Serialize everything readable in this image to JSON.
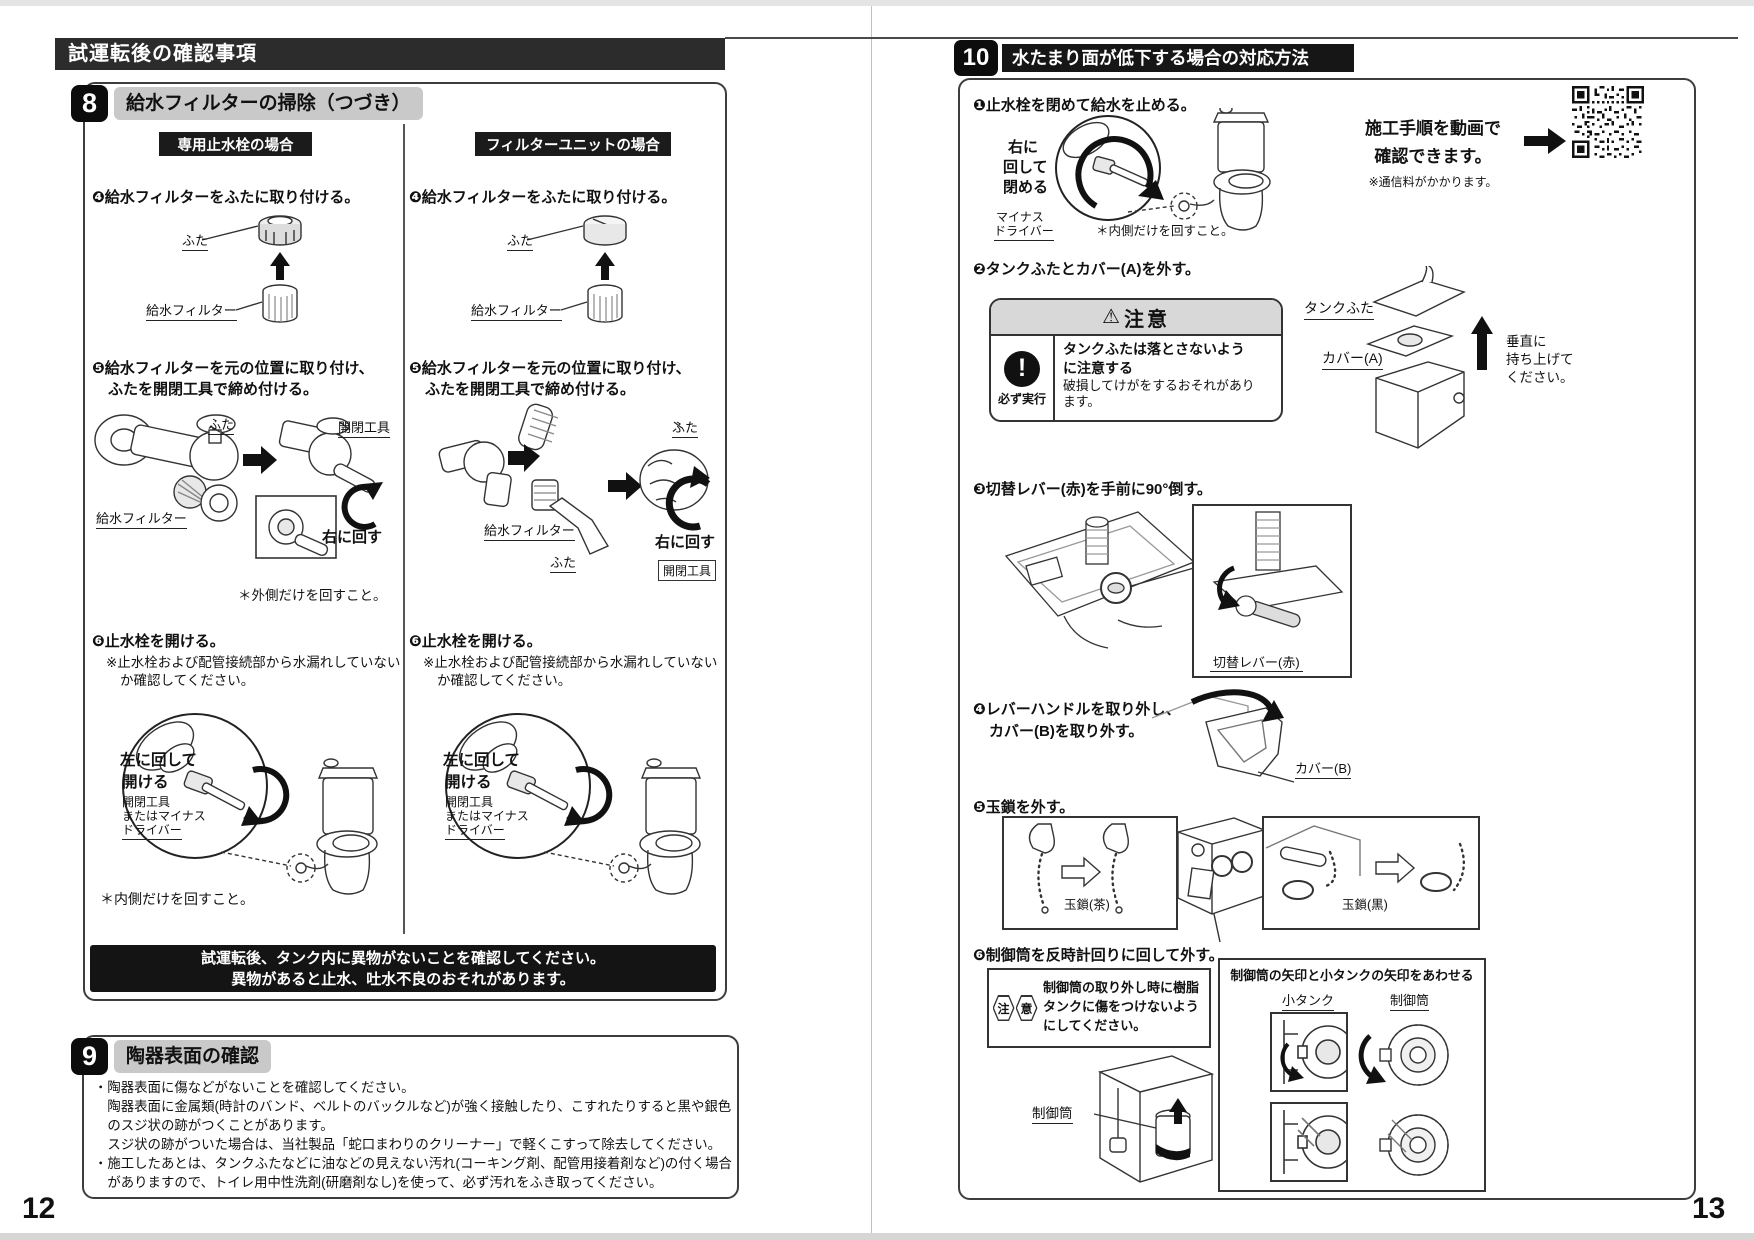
{
  "icons": {
    "warning_triangle": "⚠",
    "exclamation": "!"
  },
  "left_page": {
    "header": "試運転後の確認事項",
    "page_number": "12",
    "section8": {
      "badge": "8",
      "title": "給水フィルターの掃除（つづき）",
      "col_left_header": "専用止水栓の場合",
      "col_right_header": "フィルターユニットの場合",
      "step4": "❹給水フィルターをふたに取り付ける。",
      "step5_line1": "❺給水フィルターを元の位置に取り付け、",
      "step5_line2": "ふたを開閉工具で締め付ける。",
      "step6": "❻止水栓を開ける。",
      "step6_note_line1": "※止水栓および配管接続部から水漏れしていない",
      "step6_note_line2": "か確認してください。",
      "label_lid": "ふた",
      "label_filter": "給水フィルター",
      "label_tool": "開閉工具",
      "turn_right": "右に回す",
      "note_outer": "＊外側だけを回すこと。",
      "open_line1": "左に回して",
      "open_line2": "開ける",
      "open_tool_line1": "開閉工具",
      "open_tool_line2": "またはマイナス",
      "open_tool_line3": "ドライバー",
      "note_inner": "＊内側だけを回すこと。",
      "notice_line1": "試運転後、タンク内に異物がないことを確認してください。",
      "notice_line2": "異物があると止水、吐水不良のおそれがあります。"
    },
    "section9": {
      "badge": "9",
      "title": "陶器表面の確認",
      "lines": [
        "・陶器表面に傷などがないことを確認してください。",
        "　陶器表面に金属類(時計のバンド、ベルトのバックルなど)が強く接触したり、こすれたりすると黒や銀色",
        "　のスジ状の跡がつくことがあります。",
        "　スジ状の跡がついた場合は、当社製品「蛇口まわりのクリーナー」で軽くこすって除去してください。",
        "・施工したあとは、タンクふたなどに油などの見えない汚れ(コーキング剤、配管用接着剤など)の付く場合",
        "　がありますので、トイレ用中性洗剤(研磨剤なし)を使って、必ず汚れをふき取ってください。"
      ]
    }
  },
  "right_page": {
    "page_number": "13",
    "section10": {
      "badge": "10",
      "title": "水たまり面が低下する場合の対応方法",
      "step1": "❶止水栓を閉めて給水を止める。",
      "close_line1": "右に",
      "close_line2": "回して",
      "close_line3": "閉める",
      "driver_line1": "マイナス",
      "driver_line2": "ドライバー",
      "note_inner": "＊内側だけを回すこと。",
      "video_line1": "施工手順を動画で",
      "video_line2": "確認できます。",
      "video_note": "※通信料がかかります。",
      "step2": "❷タンクふたとカバー(A)を外す。",
      "caution": {
        "title": "注意",
        "do_label": "必ず実行",
        "bold_line1": "タンクふたは落とさないよう",
        "bold_line2": "に注意する",
        "text_line1": "破損してけがをするおそれがあり",
        "text_line2": "ます。"
      },
      "label_tank_lid": "タンクふた",
      "label_cover_a": "カバー(A)",
      "lift_line1": "垂直に",
      "lift_line2": "持ち上げて",
      "lift_line3": "ください。",
      "step3": "❸切替レバー(赤)を手前に90°倒す。",
      "label_lever": "切替レバー(赤)",
      "step4_line1": "❹レバーハンドルを取り外し、",
      "step4_line2": "カバー(B)を取り外す。",
      "label_cover_b": "カバー(B)",
      "step5": "❺玉鎖を外す。",
      "label_chain_brown": "玉鎖(茶)",
      "label_chain_black": "玉鎖(黒)",
      "step6": "❻制御筒を反時計回りに回して外す。",
      "note": {
        "icon_char1": "注",
        "icon_char2": "意",
        "line1": "制御筒の取り外し時に樹脂",
        "line2": "タンクに傷をつけないよう",
        "line3": "にしてください。"
      },
      "align_box": {
        "title": "制御筒の矢印と小タンクの矢印をあわせる",
        "label_small_tank": "小タンク",
        "label_cylinder": "制御筒"
      },
      "label_cylinder_bottom": "制御筒"
    }
  }
}
